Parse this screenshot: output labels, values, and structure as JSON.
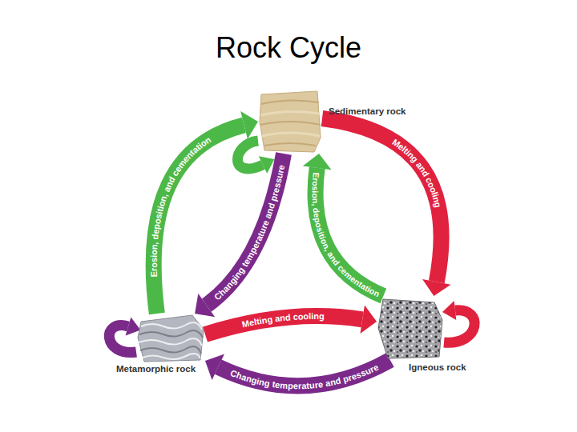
{
  "diagram": {
    "title": "Rock Cycle",
    "nodes": [
      {
        "text": [
          "Sedimentary rock"
        ]
      },
      {
        "text": [
          "Metamorphic rock"
        ]
      },
      {
        "text": [
          "Igneous rock"
        ]
      }
    ],
    "edges": [
      {
        "from": 0,
        "to": 2,
        "arrow": "to",
        "label": "Melting and cooling"
      },
      {
        "from": 2,
        "to": 0,
        "arrow": "to",
        "label": "Erosion, deposition, and cementation"
      },
      {
        "from": 1,
        "to": 0,
        "arrow": "to",
        "label": "Erosion, deposition, and cementation"
      },
      {
        "from": 0,
        "to": 1,
        "arrow": "to",
        "label": "Changing temperature and pressure"
      },
      {
        "from": 1,
        "to": 2,
        "arrow": "to",
        "label": "Melting and cooling"
      },
      {
        "from": 2,
        "to": 1,
        "arrow": "to",
        "label": "Changing temperature and pressure"
      }
    ]
  }
}
